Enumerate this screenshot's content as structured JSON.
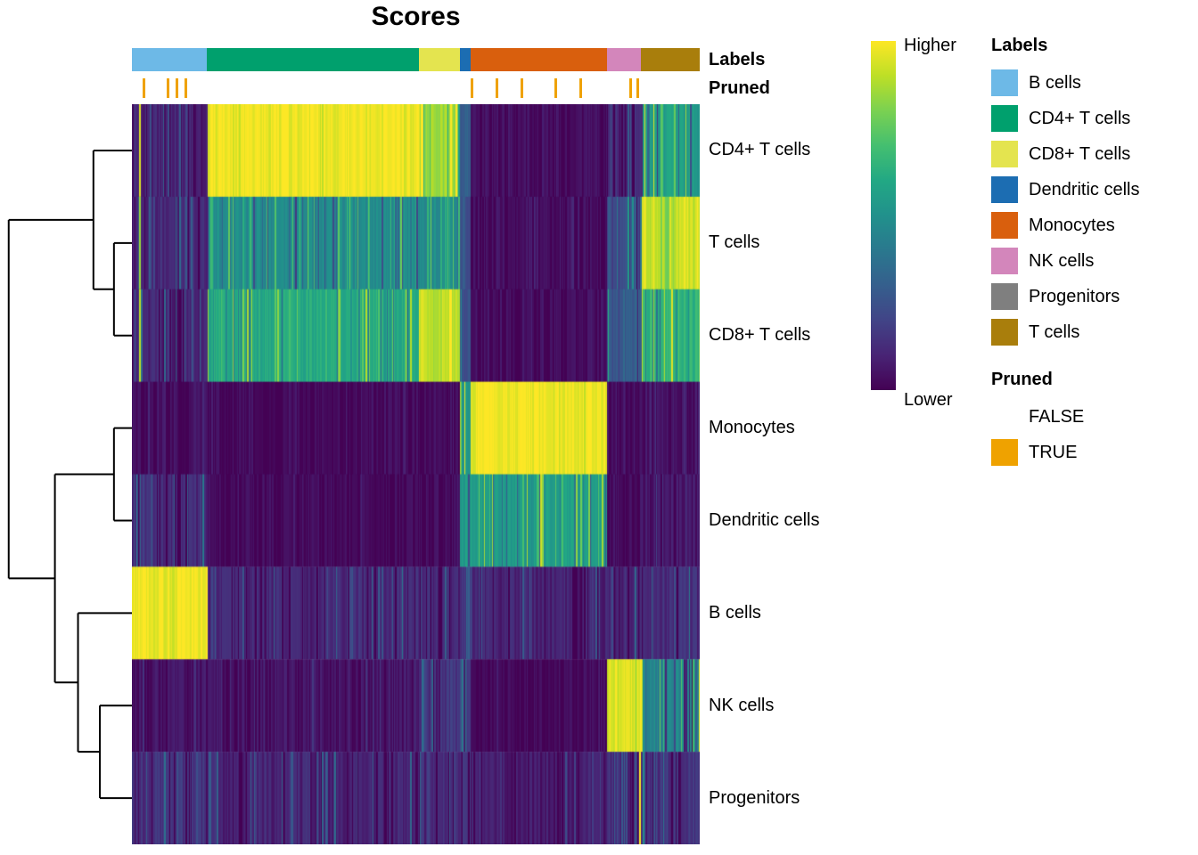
{
  "title": "Scores",
  "colorbar": {
    "top_label": "Higher",
    "bottom_label": "Lower"
  },
  "annotation_titles": {
    "labels": "Labels",
    "pruned": "Pruned"
  },
  "legend": {
    "labels_title": "Labels",
    "labels_items": [
      {
        "label": "B cells",
        "color": "#6db9e7"
      },
      {
        "label": "CD4+ T cells",
        "color": "#00a06d"
      },
      {
        "label": "CD8+ T cells",
        "color": "#e4e44f"
      },
      {
        "label": "Dendritic cells",
        "color": "#1c6db2"
      },
      {
        "label": "Monocytes",
        "color": "#d95f0d"
      },
      {
        "label": "NK cells",
        "color": "#d386bb"
      },
      {
        "label": "Progenitors",
        "color": "#7f7f7f"
      },
      {
        "label": "T cells",
        "color": "#a97e0c"
      }
    ],
    "pruned_title": "Pruned",
    "pruned_items": [
      {
        "label": "FALSE",
        "color": "#ffffff"
      },
      {
        "label": "TRUE",
        "color": "#efa200"
      }
    ]
  },
  "chart_data": {
    "type": "heatmap",
    "title": "Scores",
    "description": "Assignment-score heatmap: columns are single cells grouped by assigned label, rows are reference labels, with a row dendrogram, a Labels column annotation, and a Pruned column annotation.",
    "color_scale": {
      "low_label": "Lower",
      "high_label": "Higher",
      "colormap": "viridis",
      "stops": [
        [
          0.0,
          "#440154"
        ],
        [
          0.1,
          "#482475"
        ],
        [
          0.2,
          "#414487"
        ],
        [
          0.3,
          "#355f8d"
        ],
        [
          0.4,
          "#2a788e"
        ],
        [
          0.5,
          "#21918c"
        ],
        [
          0.6,
          "#22a884"
        ],
        [
          0.7,
          "#44bf70"
        ],
        [
          0.8,
          "#7ad151"
        ],
        [
          0.9,
          "#bddf26"
        ],
        [
          1.0,
          "#fde725"
        ]
      ]
    },
    "rows": [
      "CD4+ T cells",
      "T cells",
      "CD8+ T cells",
      "Monocytes",
      "Dendritic cells",
      "B cells",
      "NK cells",
      "Progenitors"
    ],
    "column_groups": [
      {
        "label": "B cells",
        "color": "#6db9e7",
        "fraction": 0.132
      },
      {
        "label": "CD4+ T cells",
        "color": "#00a06d",
        "fraction": 0.374
      },
      {
        "label": "CD8+ T cells",
        "color": "#e4e44f",
        "fraction": 0.072
      },
      {
        "label": "Dendritic cells",
        "color": "#1c6db2",
        "fraction": 0.019
      },
      {
        "label": "Monocytes",
        "color": "#d95f0d",
        "fraction": 0.239
      },
      {
        "label": "NK cells",
        "color": "#d386bb",
        "fraction": 0.06
      },
      {
        "label": "T cells",
        "color": "#a97e0c",
        "fraction": 0.104
      }
    ],
    "group_mean_scores": [
      [
        0.1,
        0.98,
        0.85,
        0.3,
        0.03,
        0.12,
        0.55
      ],
      [
        0.12,
        0.48,
        0.48,
        0.25,
        0.03,
        0.25,
        0.92
      ],
      [
        0.1,
        0.6,
        0.92,
        0.25,
        0.03,
        0.3,
        0.65
      ],
      [
        0.04,
        0.02,
        0.02,
        0.55,
        0.98,
        0.03,
        0.05
      ],
      [
        0.12,
        0.02,
        0.02,
        0.55,
        0.55,
        0.03,
        0.06
      ],
      [
        0.98,
        0.12,
        0.1,
        0.15,
        0.1,
        0.1,
        0.13
      ],
      [
        0.04,
        0.05,
        0.15,
        0.2,
        0.02,
        0.95,
        0.45
      ],
      [
        0.14,
        0.1,
        0.14,
        0.15,
        0.07,
        0.12,
        0.14
      ]
    ],
    "group_score_spread": [
      [
        0.25,
        0.04,
        0.35,
        0.4,
        0.05,
        0.3,
        0.45
      ],
      [
        0.25,
        0.3,
        0.3,
        0.3,
        0.05,
        0.35,
        0.15
      ],
      [
        0.25,
        0.3,
        0.12,
        0.3,
        0.05,
        0.35,
        0.35
      ],
      [
        0.1,
        0.04,
        0.04,
        0.45,
        0.04,
        0.05,
        0.1
      ],
      [
        0.3,
        0.04,
        0.05,
        0.4,
        0.35,
        0.05,
        0.12
      ],
      [
        0.04,
        0.25,
        0.2,
        0.25,
        0.2,
        0.2,
        0.3
      ],
      [
        0.08,
        0.1,
        0.35,
        0.35,
        0.04,
        0.08,
        0.5
      ],
      [
        0.25,
        0.22,
        0.3,
        0.3,
        0.15,
        0.3,
        0.3
      ]
    ],
    "highlight_columns": [
      {
        "row": 0,
        "fraction": 0.013,
        "value": 0.95
      },
      {
        "row": 1,
        "fraction": 0.013,
        "value": 0.85
      },
      {
        "row": 2,
        "fraction": 0.013,
        "value": 0.9
      },
      {
        "row": 7,
        "fraction": 0.894,
        "value": 1.0
      }
    ],
    "pruned": {
      "color": "#efa200",
      "tick_fractions": [
        0.019,
        0.061,
        0.077,
        0.093,
        0.597,
        0.64,
        0.684,
        0.744,
        0.788,
        0.876,
        0.888
      ]
    },
    "dendrogram": {
      "merges": [
        {
          "a": "L1",
          "b": "L2",
          "height": 0.14
        },
        {
          "a": "L0",
          "b": "M0",
          "height": 0.3
        },
        {
          "a": "L3",
          "b": "L4",
          "height": 0.14
        },
        {
          "a": "L6",
          "b": "L7",
          "height": 0.25
        },
        {
          "a": "L5",
          "b": "M3",
          "height": 0.42
        },
        {
          "a": "M2",
          "b": "M4",
          "height": 0.6
        },
        {
          "a": "M1",
          "b": "M5",
          "height": 0.96
        }
      ]
    }
  }
}
